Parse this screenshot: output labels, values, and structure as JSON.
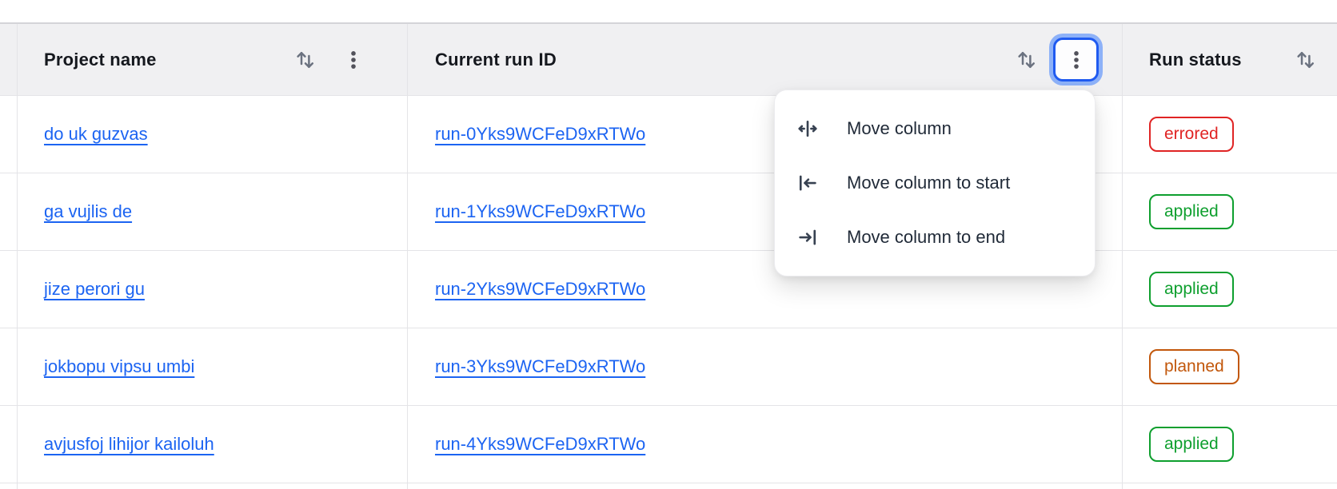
{
  "header": {
    "columns": [
      {
        "label": "Project name",
        "sort_icon": "sort-arrows-icon",
        "menu_icon": "kebab-icon"
      },
      {
        "label": "Current run ID",
        "sort_icon": "sort-arrows-icon",
        "menu_icon": "kebab-icon",
        "menu_button_focused": true
      },
      {
        "label": "Run status",
        "sort_icon": "sort-arrows-icon"
      }
    ]
  },
  "rows": [
    {
      "project": "do uk guzvas",
      "run_id": "run-0Yks9WCFeD9xRTWo",
      "status": "errored"
    },
    {
      "project": "ga vujlis de",
      "run_id": "run-1Yks9WCFeD9xRTWo",
      "status": "applied"
    },
    {
      "project": "jize perori gu",
      "run_id": "run-2Yks9WCFeD9xRTWo",
      "status": "applied"
    },
    {
      "project": "jokbopu vipsu umbi",
      "run_id": "run-3Yks9WCFeD9xRTWo",
      "status": "planned"
    },
    {
      "project": "avjusfoj lihijor kailoluh",
      "run_id": "run-4Yks9WCFeD9xRTWo",
      "status": "applied"
    }
  ],
  "menu": {
    "items": [
      {
        "label": "Move column",
        "icon": "move-column-icon"
      },
      {
        "label": "Move column to start",
        "icon": "move-column-to-start-icon"
      },
      {
        "label": "Move column to end",
        "icon": "move-column-to-end-icon"
      }
    ]
  },
  "colors": {
    "link_blue": "#1c64f2",
    "focus_ring_inner": "#1f5af0",
    "focus_ring_outer": "#8db1f8",
    "header_bg": "#f0f0f2",
    "divider": "#e4e4e7",
    "status": {
      "errored": "#e02424",
      "applied": "#0e9f2e",
      "planned": "#c2570b"
    }
  }
}
